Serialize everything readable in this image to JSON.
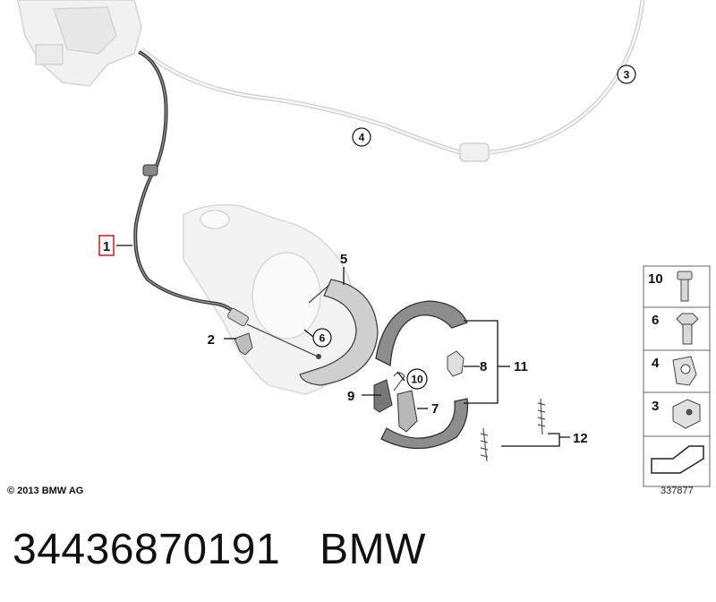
{
  "callouts": {
    "c1": "1",
    "c2": "2",
    "c3": "3",
    "c4": "4",
    "c5": "5",
    "c6": "6",
    "c7": "7",
    "c8": "8",
    "c9": "9",
    "c10": "10",
    "c11": "11",
    "c12": "12"
  },
  "legend": {
    "items": [
      {
        "number": "10",
        "icon": "bolt-icon"
      },
      {
        "number": "6",
        "icon": "hex-bolt-icon"
      },
      {
        "number": "4",
        "icon": "cable-clip-icon"
      },
      {
        "number": "3",
        "icon": "bracket-clip-icon"
      }
    ],
    "arrow_icon": "section-arrow-icon"
  },
  "copyright": "© 2013 BMW AG",
  "diagram_id": "337877",
  "part_number": "34436870191",
  "brand": "BMW"
}
